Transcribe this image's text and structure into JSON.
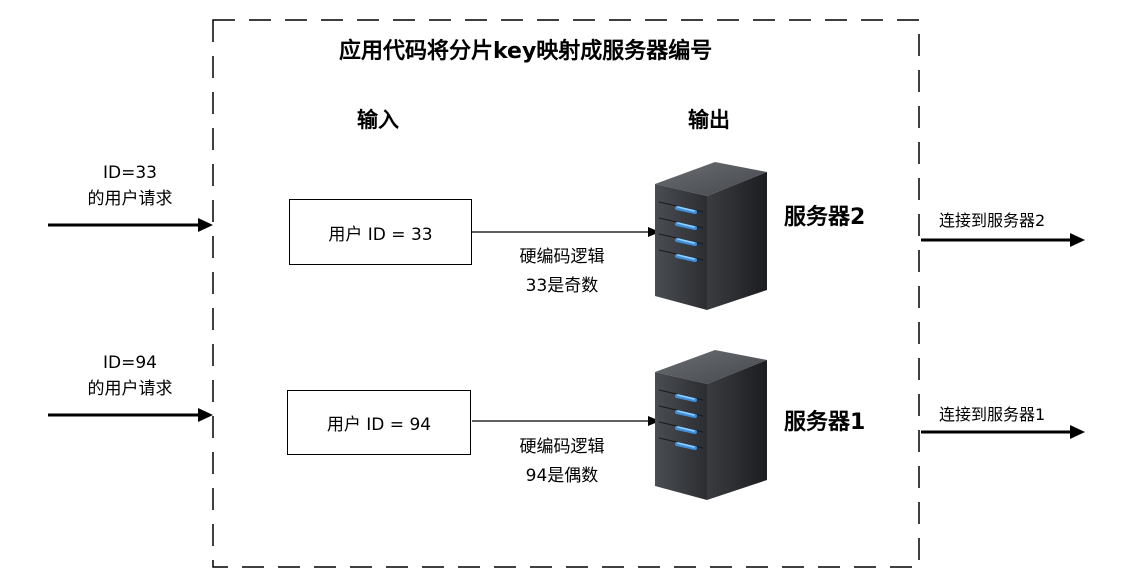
{
  "title": "应用代码将分片key映射成服务器编号",
  "headers": {
    "input": "输入",
    "output": "输出"
  },
  "requests": [
    {
      "line1": "ID=33",
      "line2": "的用户请求",
      "box": "用户 ID = 33",
      "logic1": "硬编码逻辑",
      "logic2": "33是奇数",
      "server": "服务器2",
      "connect": "连接到服务器2"
    },
    {
      "line1": "ID=94",
      "line2": "的用户请求",
      "box": "用户 ID = 94",
      "logic1": "硬编码逻辑",
      "logic2": "94是偶数",
      "server": "服务器1",
      "connect": "连接到服务器1"
    }
  ],
  "icons": [
    "server-icon",
    "server-icon"
  ]
}
